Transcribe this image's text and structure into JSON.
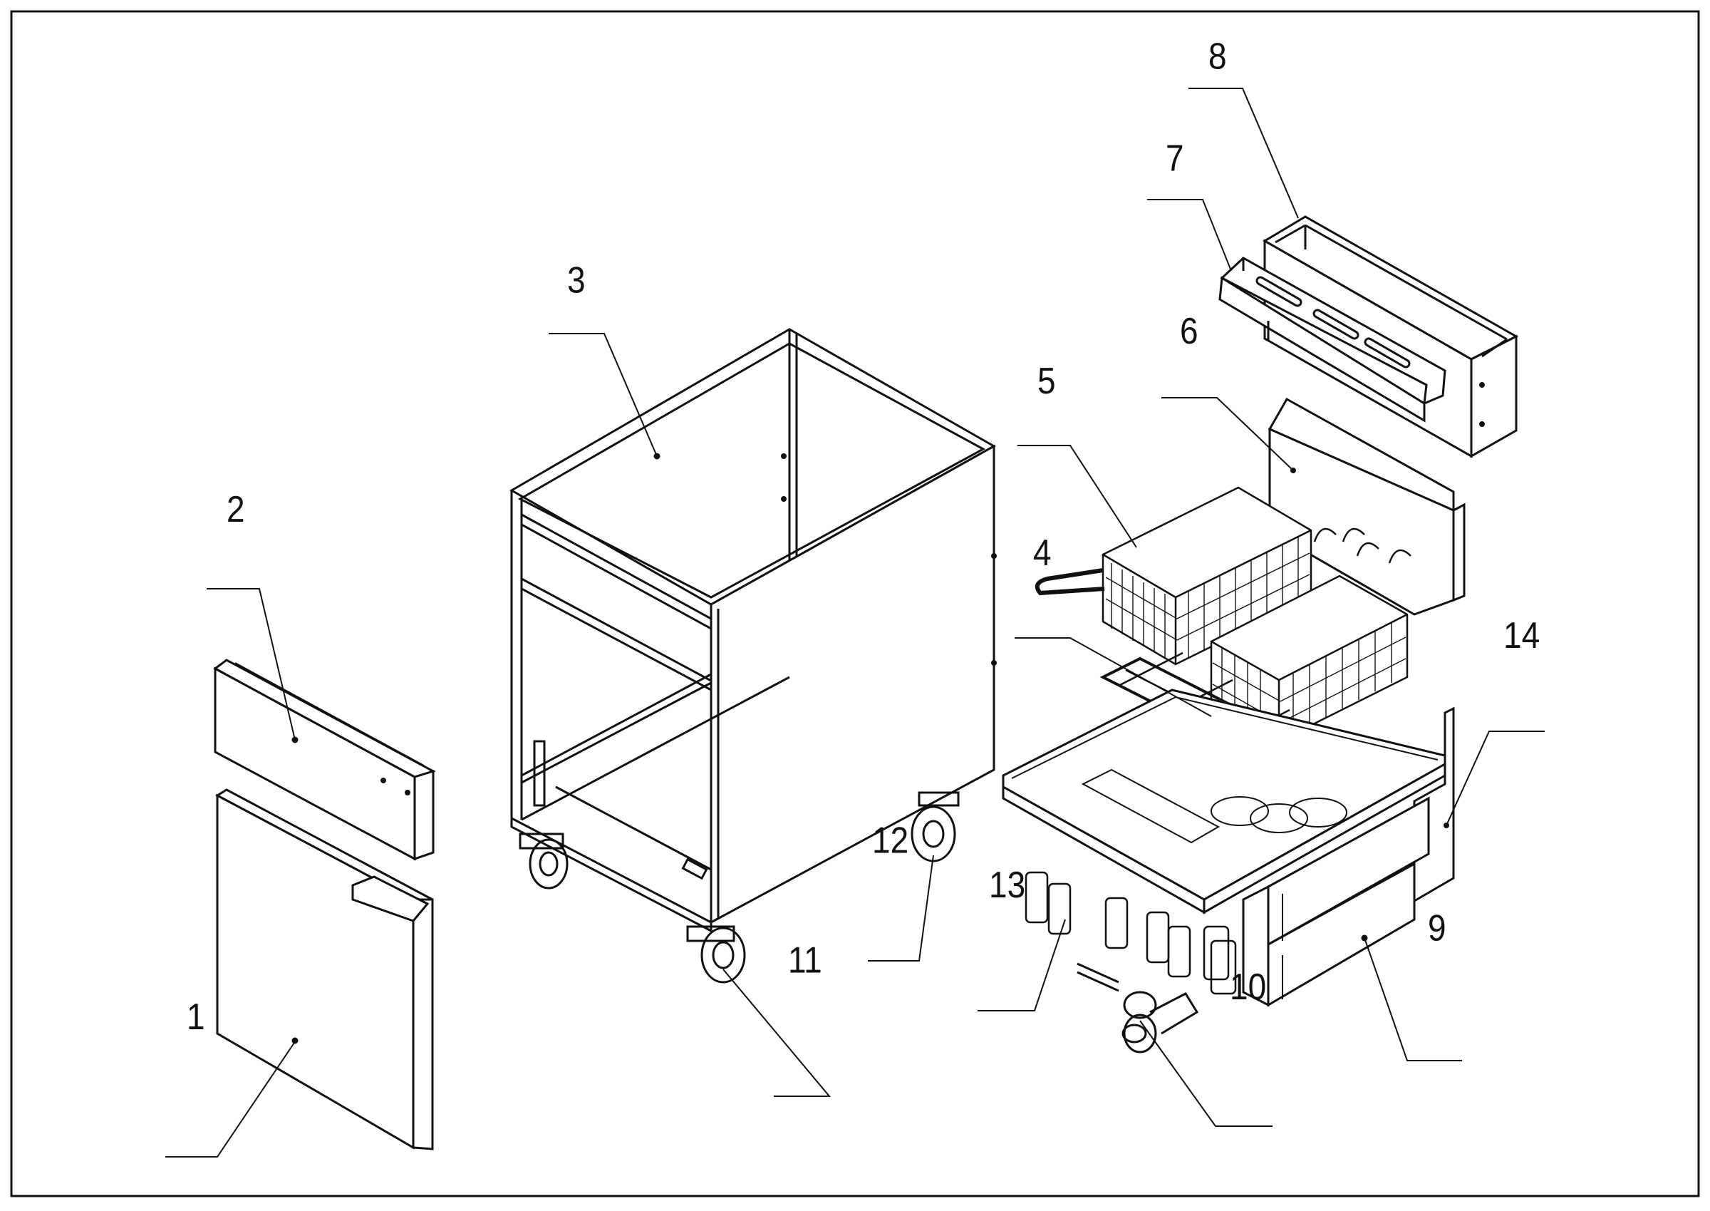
{
  "diagram": {
    "type": "exploded-parts-drawing",
    "line_color": "#111111",
    "background": "#ffffff",
    "callouts": [
      {
        "id": "1",
        "label": "1"
      },
      {
        "id": "2",
        "label": "2"
      },
      {
        "id": "3",
        "label": "3"
      },
      {
        "id": "4",
        "label": "4"
      },
      {
        "id": "5",
        "label": "5"
      },
      {
        "id": "6",
        "label": "6"
      },
      {
        "id": "7",
        "label": "7"
      },
      {
        "id": "8",
        "label": "8"
      },
      {
        "id": "9",
        "label": "9"
      },
      {
        "id": "10",
        "label": "10"
      },
      {
        "id": "11",
        "label": "11"
      },
      {
        "id": "12",
        "label": "12"
      },
      {
        "id": "13",
        "label": "13"
      },
      {
        "id": "14",
        "label": "14"
      }
    ]
  }
}
